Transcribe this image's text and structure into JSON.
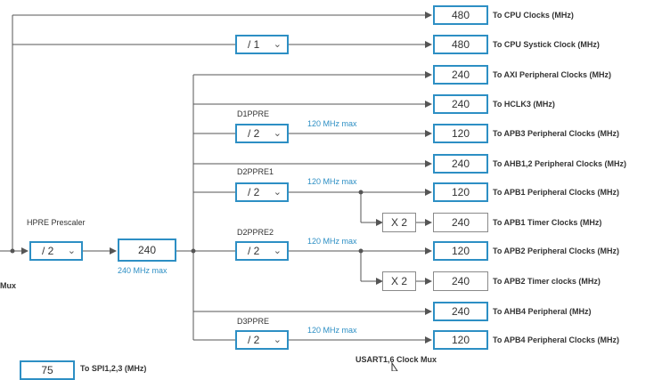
{
  "outputs": [
    {
      "value": "480",
      "label": "To CPU Clocks (MHz)"
    },
    {
      "value": "480",
      "label": "To CPU Systick Clock (MHz)"
    },
    {
      "value": "240",
      "label": "To AXI Peripheral Clocks (MHz)"
    },
    {
      "value": "240",
      "label": "To HCLK3 (MHz)"
    },
    {
      "value": "120",
      "label": "To APB3 Peripheral Clocks (MHz)"
    },
    {
      "value": "240",
      "label": "To AHB1,2 Peripheral Clocks (MHz)"
    },
    {
      "value": "120",
      "label": "To APB1 Peripheral Clocks (MHz)"
    },
    {
      "value": "240",
      "label": "To APB1 Timer Clocks (MHz)"
    },
    {
      "value": "120",
      "label": "To APB2 Peripheral Clocks (MHz)"
    },
    {
      "value": "240",
      "label": "To APB2 Timer clocks (MHz)"
    },
    {
      "value": "240",
      "label": "To AHB4 Peripheral (MHz)"
    },
    {
      "value": "120",
      "label": "To APB4 Peripheral Clocks (MHz)"
    }
  ],
  "selects": {
    "systick": "/ 1",
    "hpre": "/ 2",
    "d1ppre": "/ 2",
    "d2ppre1": "/ 2",
    "d2ppre2": "/ 2",
    "d3ppre": "/ 2"
  },
  "prescaler_names": {
    "hpre": "HPRE Prescaler",
    "d1ppre": "D1PPRE",
    "d2ppre1": "D2PPRE1",
    "d2ppre2": "D2PPRE2",
    "d3ppre": "D3PPRE"
  },
  "hclk_value": "240",
  "hclk_max": "240 MHz max",
  "max_labels": {
    "apb3": "120 MHz max",
    "apb1": "120 MHz max",
    "apb2": "120 MHz max",
    "apb4": "120 MHz max"
  },
  "multipliers": {
    "apb1_timer": "X 2",
    "apb2_timer": "X 2"
  },
  "cut_off": {
    "mux_left": "Mux",
    "spi_value": "75",
    "spi_label": "To SPI1,2,3 (MHz)",
    "usart_mux": "USART1,6 Clock Mux"
  },
  "icons": {
    "dropdown": "chevron-down-icon",
    "arrow": "arrowhead-icon",
    "cursor": "mouse-cursor-icon"
  },
  "colors": {
    "accent": "#2d8fc4",
    "wire": "#555555",
    "gray_border": "#8a8a8a"
  }
}
